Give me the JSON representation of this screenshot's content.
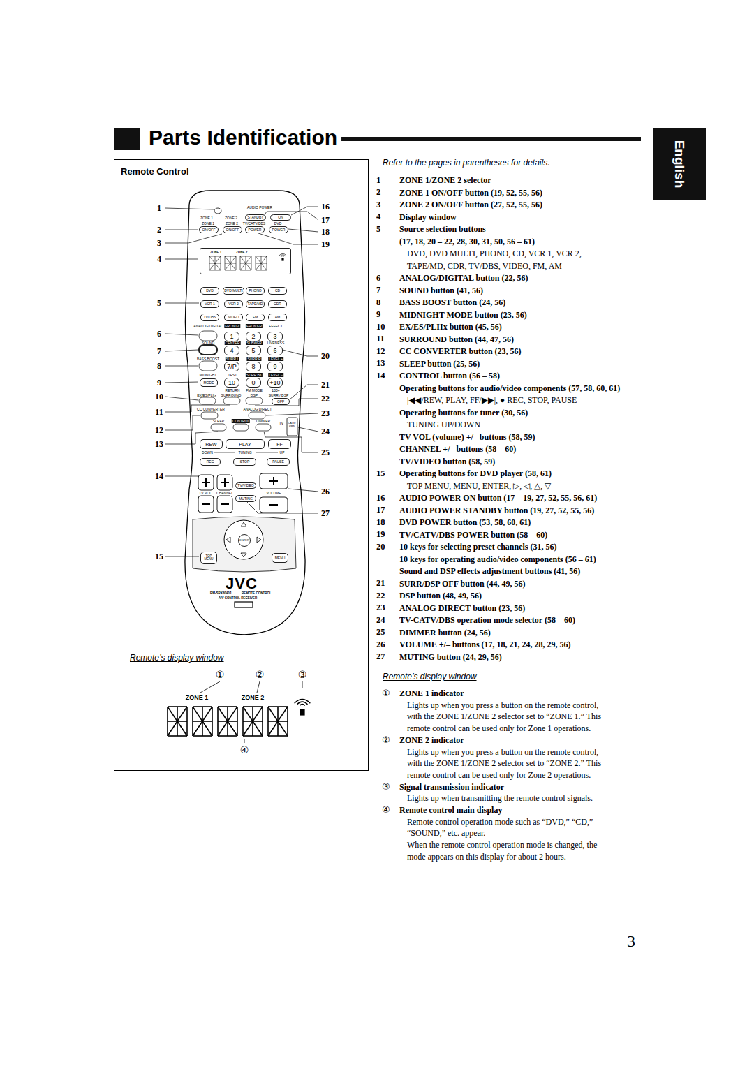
{
  "diagram": {
    "title": "Parts Identification",
    "nodes": [
      {
        "text": [
          "English"
        ]
      },
      {
        "text": [
          "Remote Control",
          "Remote’s display window"
        ]
      },
      {
        "text": [
          "JVC",
          "RM-SRX8040J",
          "REMOTE CONTROL",
          "A/V CONTROL RECEIVER"
        ],
        "in": 1
      },
      {
        "text": [
          "ZONE 1",
          "ZONE 2"
        ],
        "in": 2
      },
      {
        "text": [
          "STANDBY"
        ],
        "in": 2
      },
      {
        "text": [
          "ON"
        ],
        "in": 2
      },
      {
        "text": [
          "ON/OFF"
        ],
        "in": 2
      },
      {
        "text": [
          "ON/OFF"
        ],
        "in": 2
      },
      {
        "text": [
          "POWER"
        ],
        "in": 2
      },
      {
        "text": [
          "POWER"
        ],
        "in": 2
      },
      {
        "text": [
          "DVD"
        ],
        "in": 2
      },
      {
        "text": [
          "DVD MULTI"
        ],
        "in": 2
      },
      {
        "text": [
          "PHONO"
        ],
        "in": 2
      },
      {
        "text": [
          "CD"
        ],
        "in": 2
      },
      {
        "text": [
          "VCR 1"
        ],
        "in": 2
      },
      {
        "text": [
          "VCR 2"
        ],
        "in": 2
      },
      {
        "text": [
          "TAPE/MD"
        ],
        "in": 2
      },
      {
        "text": [
          "CDR"
        ],
        "in": 2
      },
      {
        "text": [
          "TV/DBS"
        ],
        "in": 2
      },
      {
        "text": [
          "VIDEO"
        ],
        "in": 2
      },
      {
        "text": [
          "FM"
        ],
        "in": 2
      },
      {
        "text": [
          "AM"
        ],
        "in": 2
      },
      {
        "text": [
          "1"
        ],
        "in": 2
      },
      {
        "text": [
          "2"
        ],
        "in": 2
      },
      {
        "text": [
          "3"
        ],
        "in": 2
      },
      {
        "text": [
          "4"
        ],
        "in": 2
      },
      {
        "text": [
          "5"
        ],
        "in": 2
      },
      {
        "text": [
          "6"
        ],
        "in": 2
      },
      {
        "text": [
          "7/P"
        ],
        "in": 2
      },
      {
        "text": [
          "8"
        ],
        "in": 2
      },
      {
        "text": [
          "9"
        ],
        "in": 2
      },
      {
        "text": [
          "MODE"
        ],
        "in": 2
      },
      {
        "text": [
          "10"
        ],
        "in": 2
      },
      {
        "text": [
          "0"
        ],
        "in": 2
      },
      {
        "text": [
          "+10"
        ],
        "in": 2
      },
      {
        "text": [
          "OFF"
        ],
        "in": 2
      },
      {
        "text": [
          "REW"
        ],
        "in": 2
      },
      {
        "text": [
          "PLAY"
        ],
        "in": 2
      },
      {
        "text": [
          "FF"
        ],
        "in": 2
      },
      {
        "text": [
          "REC"
        ],
        "in": 2
      },
      {
        "text": [
          "STOP"
        ],
        "in": 2
      },
      {
        "text": [
          "PAUSE"
        ],
        "in": 2
      },
      {
        "text": [
          "TV/VIDEO"
        ],
        "in": 2
      },
      {
        "text": [
          "MUTING"
        ],
        "in": 2
      },
      {
        "text": [
          "ENTER"
        ],
        "in": 2
      },
      {
        "text": [
          "TOP MENU"
        ],
        "in": 2
      },
      {
        "text": [
          "MENU"
        ],
        "in": 2
      }
    ],
    "labels": [
      "AUDIO POWER",
      "ZONE 1",
      "ZONE 2",
      "ZONE 1",
      "ZONE 2",
      "TV/CATV/DBS",
      "DVD",
      "ANALOG/DIGITAL",
      "FRONT-L",
      "FRONT-R",
      "EFFECT",
      "SOUND",
      "CENTER",
      "SUBWFR",
      "LIVENESS",
      "BASS BOOST",
      "SURR L",
      "SURR R",
      "LEVEL +",
      "MIDNIGHT",
      "TEST",
      "SURR BK",
      "LEVEL –",
      "RETURN",
      "FM MODE",
      "100+",
      "EX/ES/PLIIx",
      "SURROUND",
      "DSP",
      "SURR / DSP",
      "CC CONVERTER",
      "ANALOG DIRECT",
      "SLEEP",
      "CONTROL",
      "DIMMER",
      "TV",
      "CATV/ DBS",
      "DOWN",
      "TUNING",
      "UP",
      "TV VOL",
      "CHANNEL",
      "VOLUME",
      "1",
      "2",
      "3",
      "4",
      "5",
      "6",
      "7",
      "8",
      "9",
      "10",
      "11",
      "12",
      "13",
      "14",
      "15",
      "16",
      "17",
      "18",
      "19",
      "20",
      "21",
      "22",
      "23",
      "24",
      "25",
      "26",
      "27",
      "①",
      "②",
      "③",
      "④",
      "Refer to the pages in parentheses for details.",
      "ZONE 1",
      "ZONE 2",
      "1",
      "ZONE 1/ZONE 2 selector",
      "2",
      "ZONE 1 ON/OFF button (19, 52, 55, 56)",
      "3",
      "ZONE 2 ON/OFF button (27, 52, 55, 56)",
      "4",
      "Display window",
      "5",
      "Source selection buttons",
      "(17, 18, 20 – 22, 28, 30, 31, 50, 56 – 61)",
      "DVD, DVD MULTI, PHONO, CD, VCR 1, VCR 2,",
      "TAPE/MD, CDR, TV/DBS, VIDEO, FM, AM",
      "6",
      "ANALOG/DIGITAL button (22, 56)",
      "7",
      "SOUND button (41, 56)",
      "8",
      "BASS BOOST button (24, 56)",
      "9",
      "MIDNIGHT MODE button (23, 56)",
      "10",
      "EX/ES/PLIIx button (45, 56)",
      "11",
      "SURROUND button (44, 47, 56)",
      "12",
      "CC CONVERTER button (23, 56)",
      "13",
      "SLEEP button (25, 56)",
      "14",
      "CONTROL button (56 – 58)",
      "Operating buttons for audio/video components (57, 58, 60, 61)",
      "|◀◀/REW, PLAY, FF/▶▶|, ● REC, STOP, PAUSE",
      "Operating buttons for tuner (30, 56)",
      "TUNING UP/DOWN",
      "TV VOL (volume) +/– buttons (58, 59)",
      "CHANNEL +/– buttons (58 – 60)",
      "TV/VIDEO button (58, 59)",
      "15",
      "Operating buttons for DVD player (58, 61)",
      "TOP MENU, MENU, ENTER, ▷, ◁, △, ▽",
      "16",
      "AUDIO POWER ON button (17 – 19, 27, 52, 55, 56, 61)",
      "17",
      "AUDIO POWER STANDBY button (19, 27, 52, 55, 56)",
      "18",
      "DVD POWER button (53, 58, 60, 61)",
      "19",
      "TV/CATV/DBS POWER button (58 – 60)",
      "20",
      "10 keys for selecting preset channels (31, 56)",
      "10 keys for operating audio/video components (56 – 61)",
      "Sound and DSP effects adjustment buttons (41, 56)",
      "21",
      "SURR/DSP OFF button (44, 49, 56)",
      "22",
      "DSP button (48, 49, 56)",
      "23",
      "ANALOG DIRECT button (23, 56)",
      "24",
      "TV-CATV/DBS operation mode selector (58 – 60)",
      "25",
      "DIMMER button (24, 56)",
      "26",
      "VOLUME +/– buttons (17, 18, 21, 24, 28, 29, 56)",
      "27",
      "MUTING button (24, 29, 56)",
      "Remote’s display window",
      "①",
      "ZONE 1 indicator",
      "Lights up when you press a button on the remote control,",
      "with the ZONE 1/ZONE 2 selector set to “ZONE 1.” This",
      "remote control can be used only for Zone 1 operations.",
      "②",
      "ZONE 2 indicator",
      "Lights up when you press a button on the remote control,",
      "with the ZONE 1/ZONE 2 selector set to “ZONE 2.” This",
      "remote control can be used only for Zone 2 operations.",
      "③",
      "Signal transmission indicator",
      "Lights up when transmitting the remote control signals.",
      "④",
      "Remote control main display",
      "Remote control operation mode such as “DVD,” “CD,”",
      "“SOUND,” etc. appear.",
      "When the remote control operation mode is changed, the",
      "mode appears on this display for about 2 hours.",
      "3"
    ]
  }
}
